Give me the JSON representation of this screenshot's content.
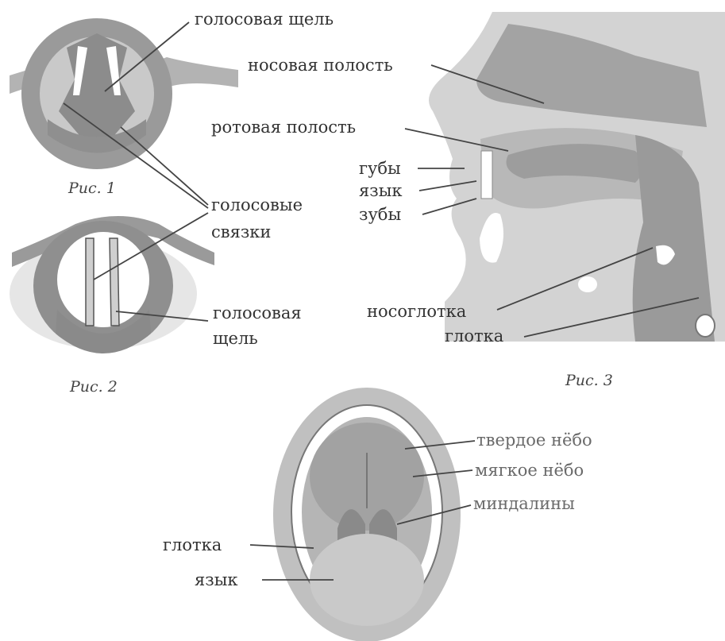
{
  "figure1": {
    "caption": "Рис. 1",
    "label_glottis": "голосовая щель"
  },
  "figure2": {
    "caption": "Рис. 2",
    "label_glottis_line1": "голосовая",
    "label_glottis_line2": "щель"
  },
  "shared": {
    "label_vocal_cords_line1": "голосовые",
    "label_vocal_cords_line2": "связки"
  },
  "figure3": {
    "caption": "Рис. 3",
    "labels": {
      "nasal_cavity": "носовая полость",
      "oral_cavity": "ротовая полость",
      "lips": "губы",
      "tongue": "язык",
      "teeth": "зубы",
      "nasopharynx": "носоглотка",
      "pharynx": "глотка"
    }
  },
  "figure4": {
    "labels": {
      "hard_palate": "твердое нёбо",
      "soft_palate": "мягкое нёбо",
      "tonsils": "миндалины",
      "pharynx": "глотка",
      "tongue": "язык"
    }
  },
  "colors": {
    "tissue_dark": "#8a8a8a",
    "tissue_mid": "#a8a8a8",
    "tissue_light": "#cfcfcf",
    "leader": "#444444"
  }
}
